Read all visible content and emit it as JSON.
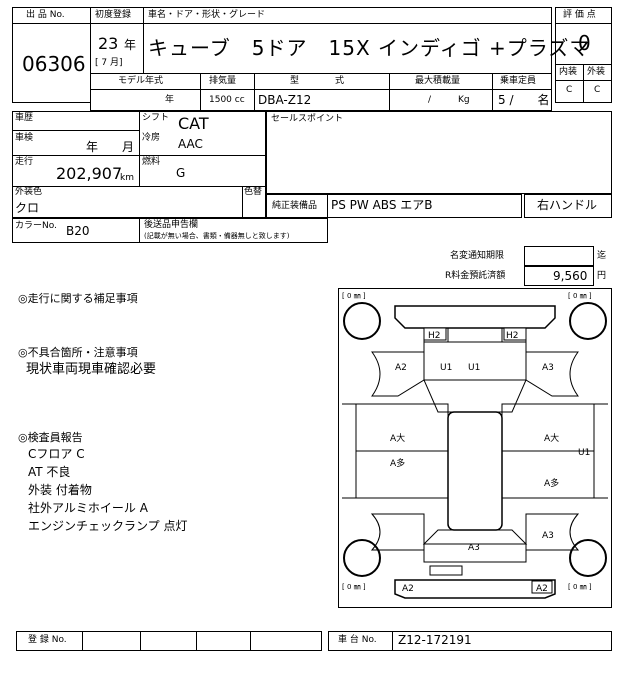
{
  "header": {
    "lot_label": "出 品 No.",
    "lot_no": "06306",
    "first_reg_label": "初度登録",
    "year": "23",
    "year_unit": "年",
    "month_val": "[ 7 月]",
    "car_name_label": "車名・ドア・形状・グレード",
    "car_name": "キューブ　5ドア　15X インディゴ +プラズマ",
    "model_year_label": "モデル年式",
    "model_year_unit": "年",
    "displacement_label": "排気量",
    "displacement": "1500 cc",
    "type_label": "型　　　　式",
    "model_type": "DBA-Z12",
    "max_load_label": "最大積載量",
    "max_load": "/　　　Kg",
    "capacity_label": "乗車定員",
    "capacity": "5 /　　名",
    "score_label": "評 価 点",
    "score": "0",
    "interior_label": "内装",
    "exterior_label": "外装",
    "interior_grade": "C",
    "exterior_grade": "C"
  },
  "specs": {
    "history_label": "車歴",
    "inspection_label": "車検",
    "inspection_value": "年　　月",
    "mileage_label": "走行",
    "mileage": "202,907",
    "mileage_unit": "km",
    "shift_label": "シフト",
    "shift": "CAT",
    "aircon_label": "冷房",
    "aircon": "AAC",
    "fuel_label": "燃料",
    "fuel": "G",
    "sales_point_label": "セールスポイント",
    "ext_color_label": "外装色",
    "ext_color": "クロ",
    "color_change_label": "色替",
    "genuine_label": "純正装備品",
    "genuine": "PS PW ABS エアB",
    "steering": "右ハンドル",
    "color_no_label": "カラーNo.",
    "color_no": "B20",
    "aftermarket_label": "後送品申告欄",
    "aftermarket_note": "(記載が無い場合、書類・備器無しと致します)"
  },
  "fees": {
    "deadline_label": "名変通知期限",
    "deadline_unit": "迄",
    "recycle_label": "R料金預託済額",
    "recycle_value": "9,560",
    "recycle_unit": "円"
  },
  "notes": {
    "driving_title": "◎走行に関する補足事項",
    "defect_title": "◎不具合箇所・注意事項",
    "defect_text": "現状車両現車確認必要",
    "inspector_title": "◎検査員報告",
    "inspector_lines": [
      "Cフロア C",
      "AT 不良",
      "外装 付着物",
      "社外アルミホイール A",
      "エンジンチェックランプ 点灯"
    ]
  },
  "diagram": {
    "tire_tl": "[ 0 ㎜ ]",
    "tire_tr": "[ 0 ㎜ ]",
    "tire_bl": "[ 0 ㎜ ]",
    "tire_br": "[ 0 ㎜ ]",
    "marks": {
      "h2_left": "H2",
      "h2_right": "H2",
      "a2_front_left": "A2",
      "u1_a": "U1",
      "u1_b": "U1",
      "a3_front_right": "A3",
      "a_large_left": "A大",
      "a_many_left": "A多",
      "a_large_right": "A大",
      "u1_right": "U1",
      "a_many_right": "A多",
      "a3_rear": "A3",
      "a3_rear_right": "A3",
      "a2_bumper_left": "A2",
      "a2_bumper_right": "A2"
    }
  },
  "footer": {
    "reg_label": "登 録 No.",
    "chassis_label": "車 台 No.",
    "chassis_no": "Z12-172191"
  }
}
